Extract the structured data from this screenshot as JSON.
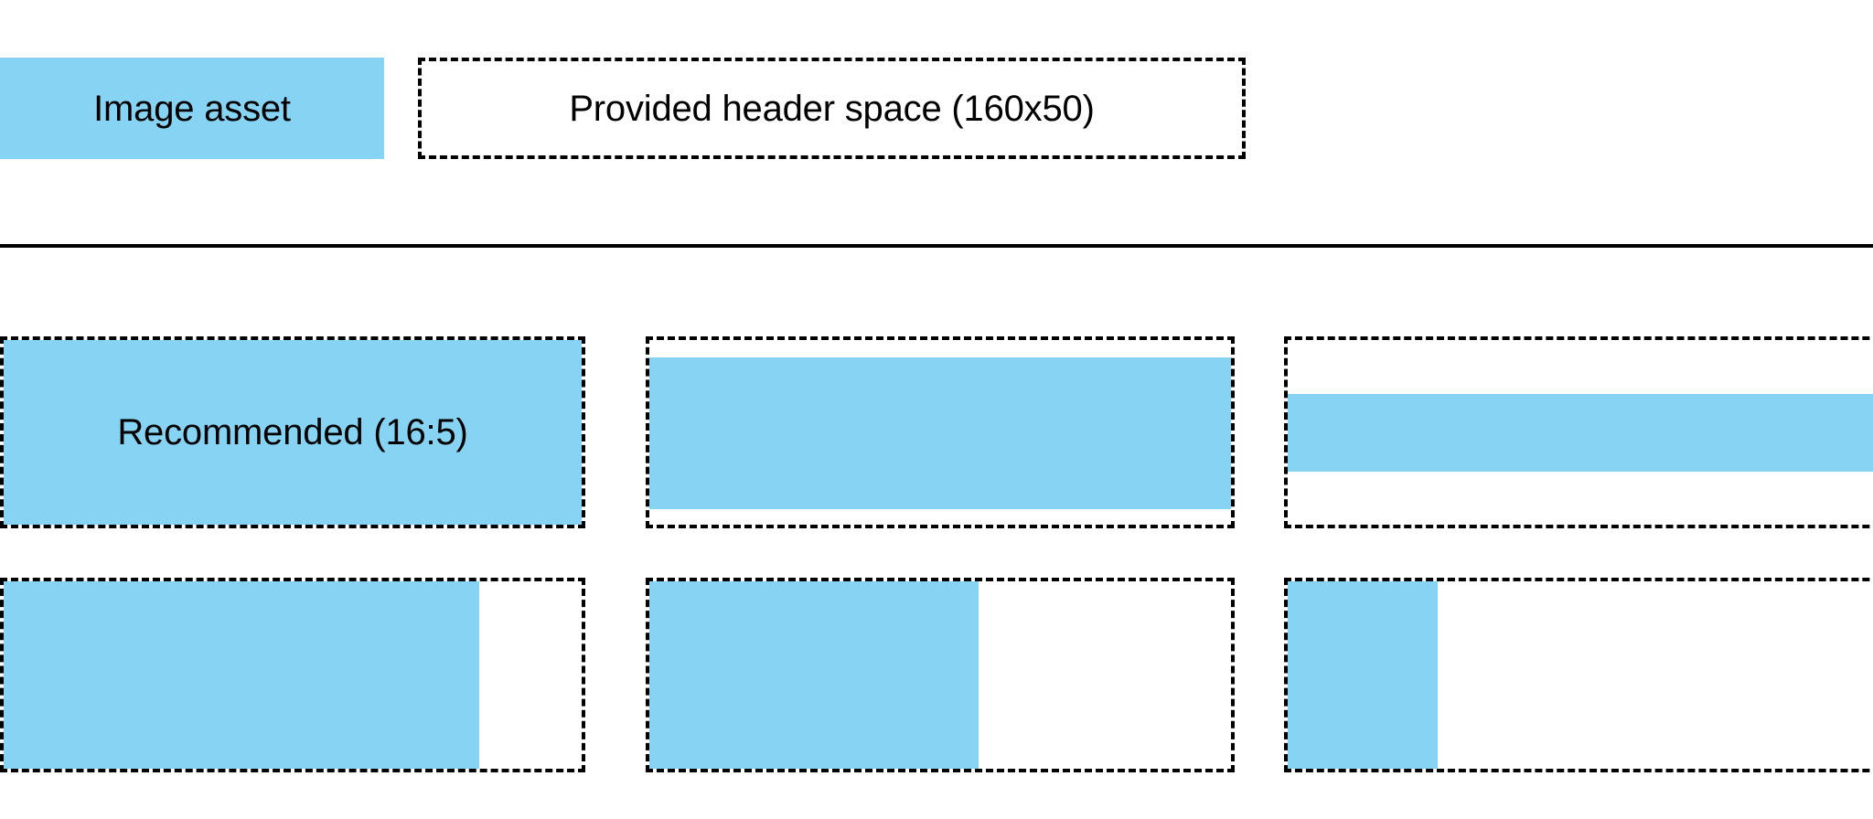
{
  "header": {
    "legend_swatch_label": "Image asset",
    "header_space_label": "Provided header space (160x50)"
  },
  "colors": {
    "asset_fill": "#87d3f4",
    "outline": "#000000",
    "background": "#ffffff"
  },
  "spec_grid": {
    "rows": [
      {
        "cells": [
          {
            "label": "Recommended (16:5)",
            "fill_mode": "full"
          },
          {
            "label": "",
            "fill_mode": "letterbox-small"
          },
          {
            "label": "",
            "fill_mode": "letterbox-large"
          }
        ]
      },
      {
        "cells": [
          {
            "label": "",
            "fill_mode": "pillar-wide"
          },
          {
            "label": "",
            "fill_mode": "pillar-medium"
          },
          {
            "label": "",
            "fill_mode": "pillar-narrow"
          }
        ]
      }
    ]
  }
}
